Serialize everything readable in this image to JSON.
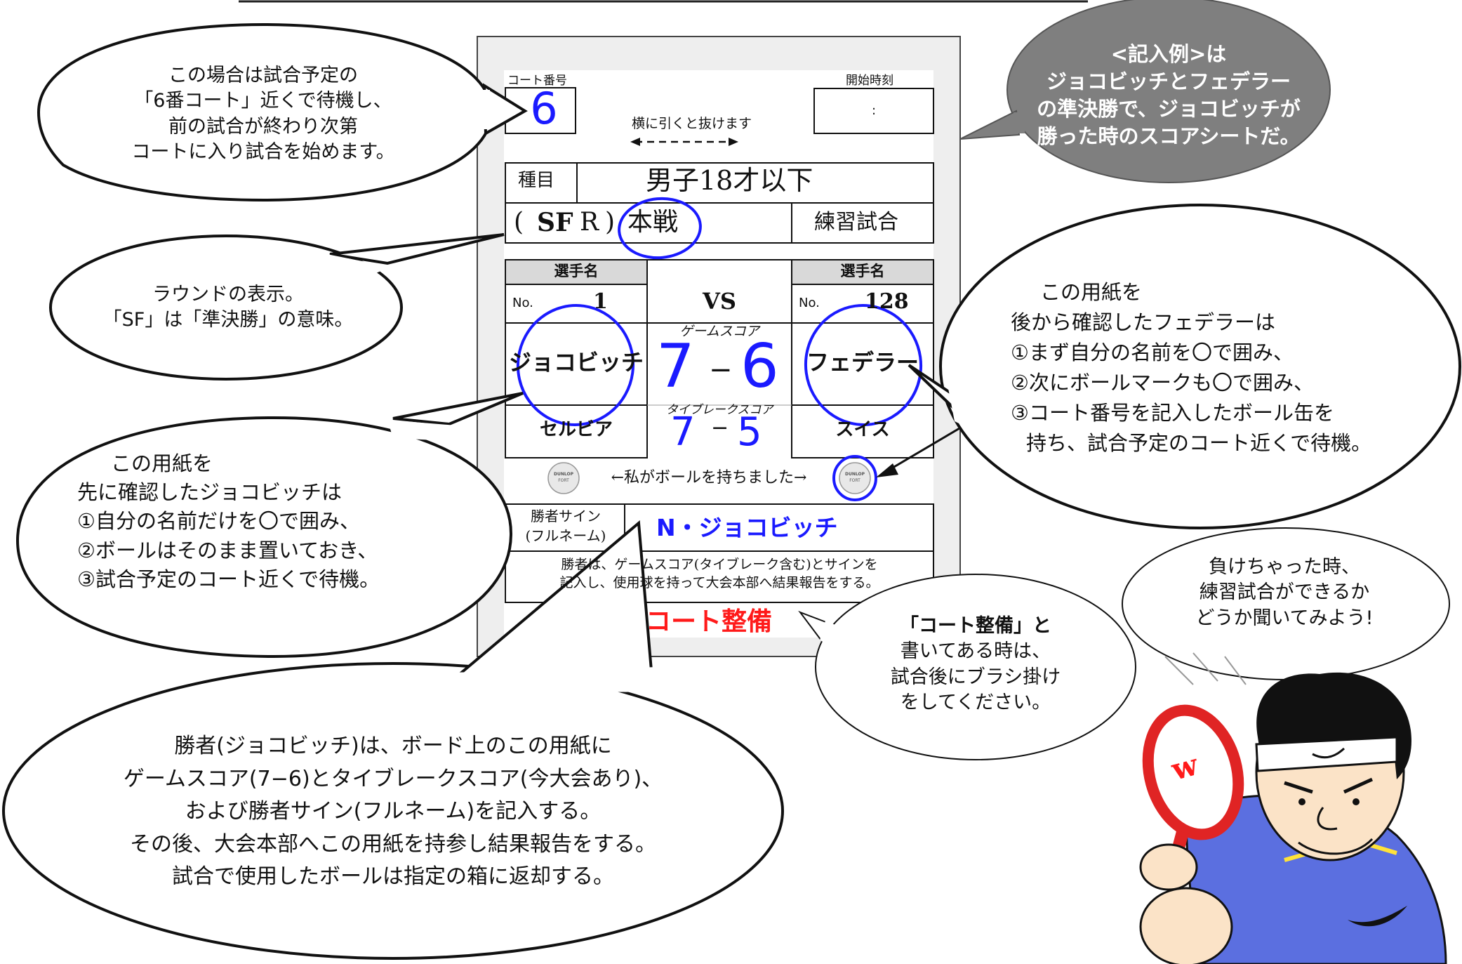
{
  "sheet": {
    "court_label": "コート番号",
    "court_number": "6",
    "start_label": "開始時刻",
    "start_time": ":",
    "pull_hint": "横に引くと抜けます",
    "event_label": "種目",
    "event_value": "男子18才以下",
    "round_prefix": "(",
    "round_sf": "SF",
    "round_r": "R",
    "round_suffix": ")",
    "main_draw": "本戦",
    "practice_match": "練習試合",
    "player_name_label": "選手名",
    "no_label": "No.",
    "vs": "VS",
    "player1_no": "1",
    "player2_no": "128",
    "player1_name": "ジョコビッチ",
    "player2_name": "フェデラー",
    "player1_country": "セルビア",
    "player2_country": "スイス",
    "game_score_label": "ゲームスコア",
    "game_score_p1": "7",
    "game_score_p2": "6",
    "dash": "−",
    "tiebreak_label": "タイブレークスコア",
    "tiebreak_p1": "7",
    "tiebreak_p2": "5",
    "ball_text": "←私がボールを持ちました→",
    "ball_brand": "DUNLOP",
    "ball_model": "FORT",
    "winner_sign_label_1": "勝者サイン",
    "winner_sign_label_2": "(フルネーム)",
    "winner_sign": "N・ジョコビッチ",
    "instruction_1": "勝者は、ゲームスコア(タイブレーク含む)とサインを",
    "instruction_2": "記入し、使用球を持って大会本部へ結果報告をする。",
    "court_maintenance": "コート整備"
  },
  "bubbles": {
    "court_note": [
      "この場合は試合予定の",
      "「6番コート」近くで待機し、",
      "前の試合が終わり次第",
      "コートに入り試合を始めます。"
    ],
    "example_note": [
      "<記入例>は",
      "ジョコビッチとフェデラー",
      "の準決勝で、ジョコビッチが",
      "勝った時のスコアシートだ。"
    ],
    "round_note": [
      "ラウンドの表示。",
      "「SF」は「準決勝」の意味。"
    ],
    "federer_note": [
      "この用紙を",
      "後から確認したフェデラーは",
      "①まず自分の名前を〇で囲み、",
      "②次にボールマークも〇で囲み、",
      "③コート番号を記入したボール缶を",
      "持ち、試合予定のコート近くで待機。"
    ],
    "djokovic_note": [
      "この用紙を",
      "先に確認したジョコビッチは",
      "①自分の名前だけを〇で囲み、",
      "②ボールはそのまま置いておき、",
      "③試合予定のコート近くで待機。"
    ],
    "lose_note": [
      "負けちゃった時、",
      "練習試合ができるか",
      "どうか聞いてみよう!"
    ],
    "maintenance_note": [
      "「コート整備」と",
      "書いてある時は、",
      "試合後にブラシ掛け",
      "をしてください。"
    ],
    "winner_note": [
      "勝者(ジョコビッチ)は、ボード上のこの用紙に",
      "ゲームスコア(7−6)とタイブレークスコア(今大会あり)、",
      "および勝者サイン(フルネーム)を記入する。",
      "その後、大会本部へこの用紙を持参し結果報告をする。",
      "試合で使用したボールは指定の箱に返却する。"
    ]
  },
  "mascot": {
    "racket_logo": "w"
  },
  "colors": {
    "ink_blue": "#1a1aff",
    "maintenance_red": "#ff1a1a",
    "dark_bubble": "#7f7f7f",
    "header_gray": "#d9d9d9"
  }
}
